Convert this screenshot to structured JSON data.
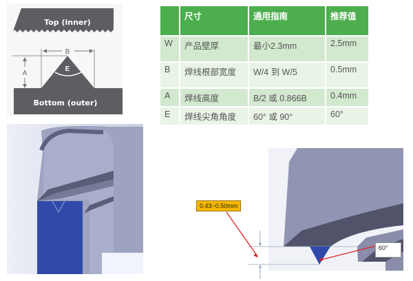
{
  "diagram": {
    "top_label": "Top (inner)",
    "bottom_label": "Bottom (outer)",
    "label_b": "B",
    "label_a": "A",
    "label_e": "E"
  },
  "table": {
    "headers": [
      "",
      "尺寸",
      "通用指南",
      "推荐值"
    ],
    "rows": [
      {
        "key": "W",
        "name": "产品壁厚",
        "guide": "最小2.3mm",
        "value": "2.5mm"
      },
      {
        "key": "B",
        "name": "焊线根部宽度",
        "guide": "W/4 到 W/5",
        "value": "0.5mm"
      },
      {
        "key": "A",
        "name": "焊线高度",
        "guide": "B/2 或 0.866B",
        "value": "0.4mm"
      },
      {
        "key": "E",
        "name": "焊线尖角角度",
        "guide": "60° 或 90°",
        "value": "60°"
      }
    ]
  },
  "callouts": {
    "height_range": "0.43~0.50mm",
    "angle": "60°"
  },
  "colors": {
    "header_green": "#4cae4c",
    "weld_blue": "#2f4aa8",
    "callout_orange": "#f5b800",
    "arrow_red": "#e02020"
  }
}
